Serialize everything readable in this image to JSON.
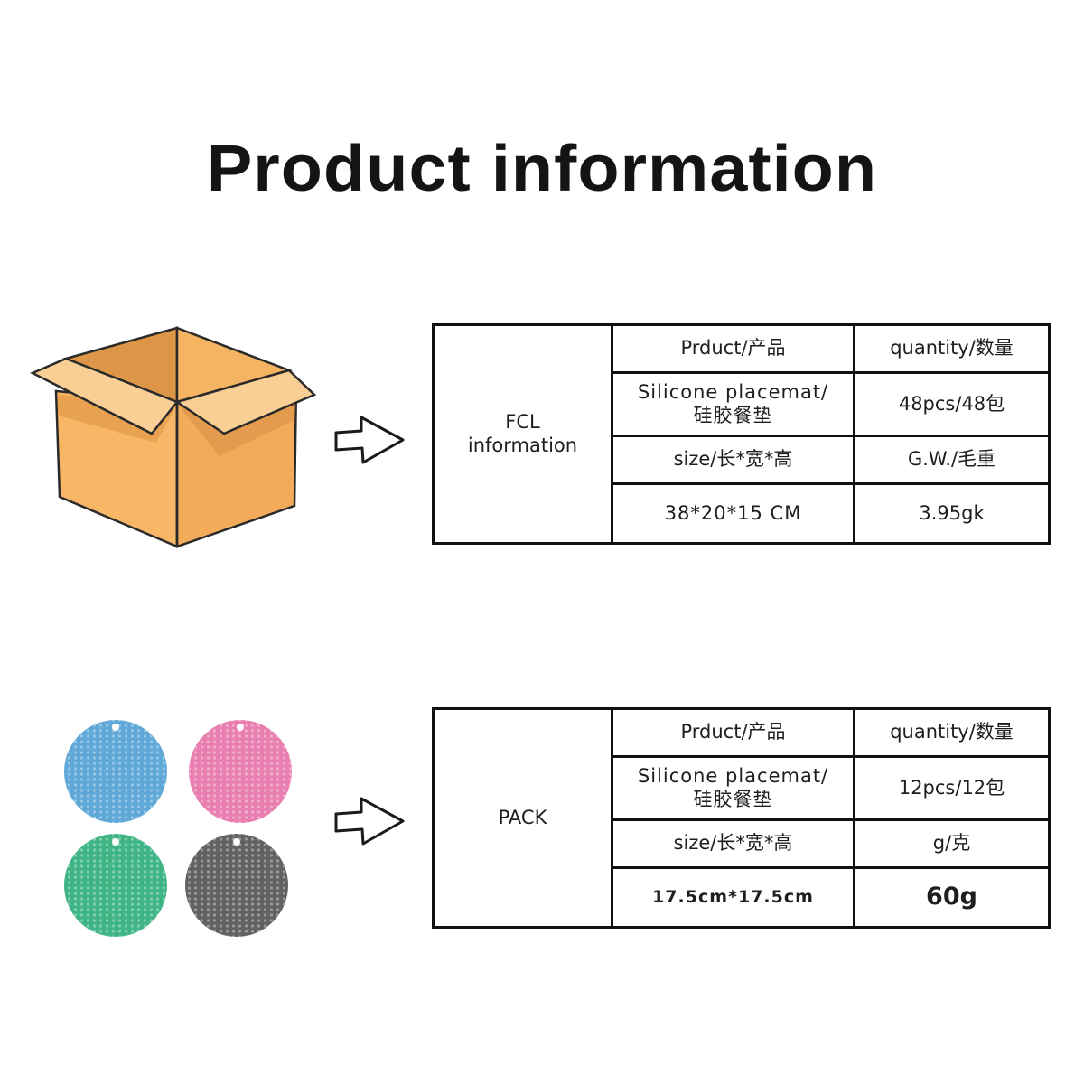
{
  "title": "Product information",
  "colors": {
    "box_front": "#f7b766",
    "box_side": "#f0a955",
    "box_flap": "#f9cf95",
    "box_inner": "#dd9647",
    "mat_blue": "#5fa8d8",
    "mat_pink": "#e87fb0",
    "mat_green": "#3fb585",
    "mat_gray": "#626262",
    "border": "#111111"
  },
  "icons": {
    "box": "cardboard-box-illustration",
    "arrow": "right-arrow-outline",
    "mats": [
      "blue-silicone-mat",
      "pink-silicone-mat",
      "green-silicone-mat",
      "gray-silicone-mat"
    ]
  },
  "fcl": {
    "label_line1": "FCL",
    "label_line2": "information",
    "header_product": "Prduct/产品",
    "header_quantity": "quantity/数量",
    "product_line1": "Silicone placemat/",
    "product_line2": "硅胶餐垫",
    "quantity": "48pcs/48包",
    "size_header": "size/长*宽*高",
    "weight_header": "G.W./毛重",
    "size_value": "38*20*15 CM",
    "weight_value": "3.95gk"
  },
  "pack": {
    "label": "PACK",
    "header_product": "Prduct/产品",
    "header_quantity": "quantity/数量",
    "product_line1": "Silicone placemat/",
    "product_line2": "硅胶餐垫",
    "quantity": "12pcs/12包",
    "size_header": "size/长*宽*高",
    "weight_header": "g/克",
    "size_value": "17.5cm*17.5cm",
    "weight_value": "60g"
  }
}
